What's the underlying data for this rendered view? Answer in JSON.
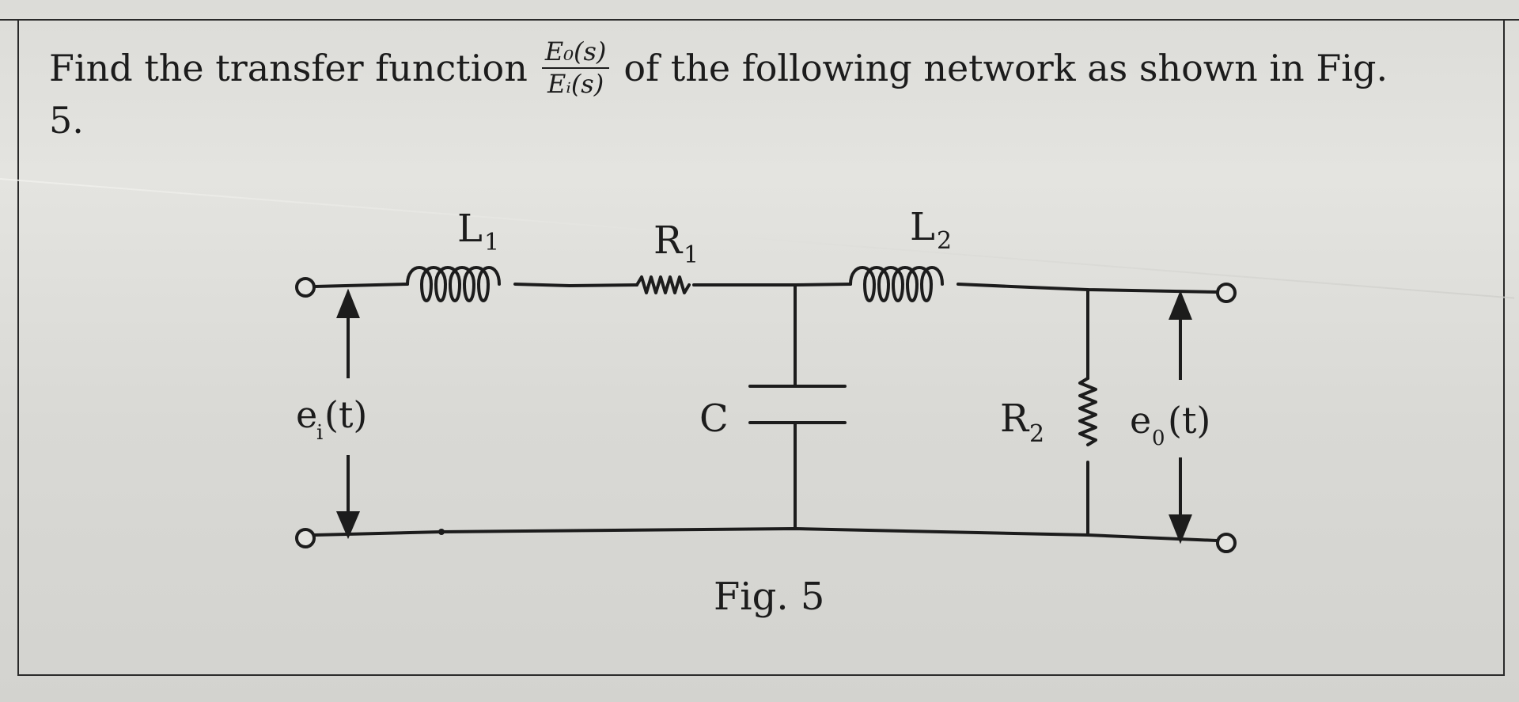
{
  "question": {
    "prefix": "Find the transfer function",
    "fraction_numerator": "E₀(s)",
    "fraction_denominator": "Eᵢ(s)",
    "suffix": "of the following network as shown in Fig.",
    "line2": "5."
  },
  "circuit": {
    "labels": {
      "L1": "L",
      "L1_sub": "1",
      "R1": "R",
      "R1_sub": "1",
      "L2": "L",
      "L2_sub": "2",
      "C": "C",
      "R2": "R",
      "R2_sub": "2",
      "ei": "e",
      "ei_sub": "i",
      "ei_arg": "(t)",
      "eo": "e",
      "eo_sub": "0",
      "eo_arg": "(t)"
    },
    "caption": "Fig. 5"
  }
}
